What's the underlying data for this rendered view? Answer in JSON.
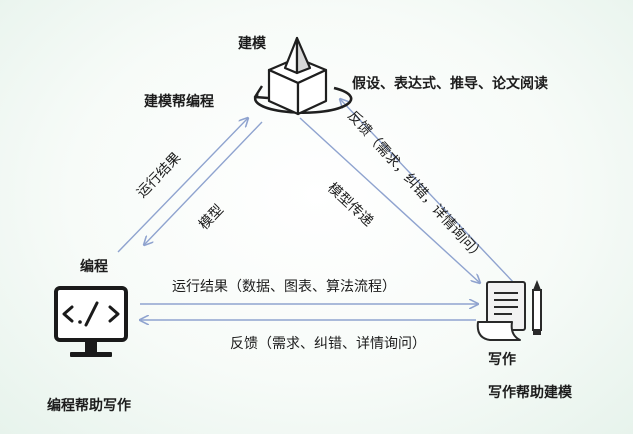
{
  "nodes": {
    "modeling": {
      "label": "建模",
      "note": "假设、表达式、推导、论文阅读",
      "cycle": "建模帮编程"
    },
    "programming": {
      "label": "编程",
      "cycle": "编程帮助写作"
    },
    "writing": {
      "label": "写作",
      "cycle": "写作帮助建模"
    }
  },
  "edges": {
    "program_to_model": "运行结果",
    "model_to_program": "模型",
    "model_to_writing": "模型传递",
    "writing_to_model": "反馈（需求，纠错，详情询问）",
    "program_to_writing": "运行结果（数据、图表、算法流程）",
    "writing_to_program": "反馈（需求、纠错、详情询问）"
  },
  "colors": {
    "arrow": "#8fa3cf",
    "monitor": "#1a1a1a",
    "icon_dark": "#1f1f1f",
    "pyramid_fill": "#ffffff"
  },
  "icons": {
    "modeling": "pyramid-cube-icon",
    "programming": "code-monitor-icon",
    "writing": "document-pencil-icon"
  }
}
